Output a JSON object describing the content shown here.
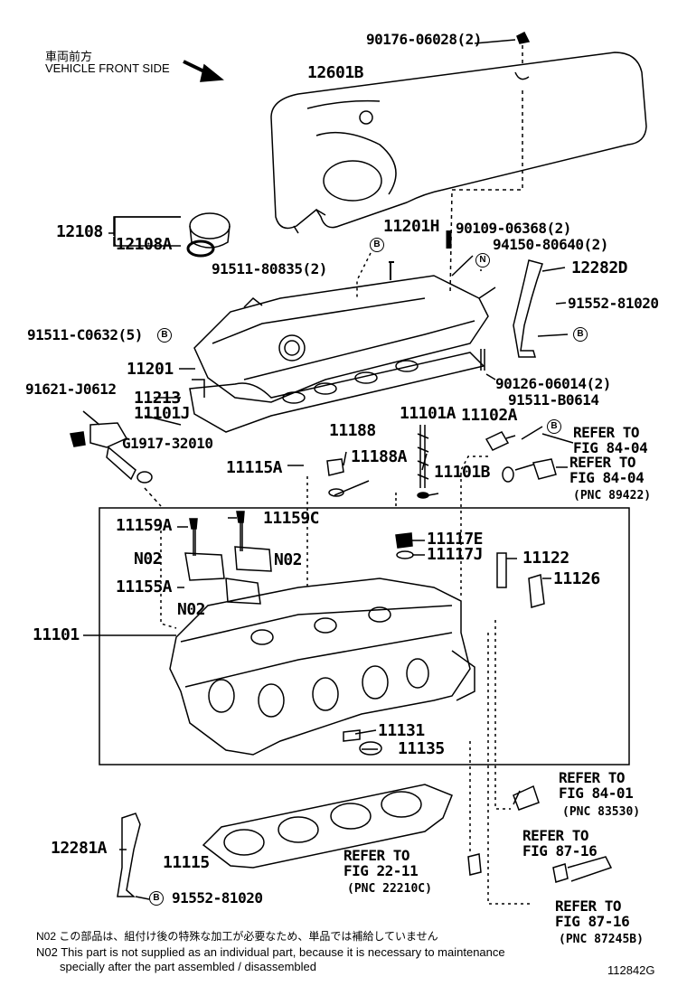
{
  "header": {
    "jp_front": "車両前方",
    "front_side": "VEHICLE FRONT SIDE"
  },
  "parts": {
    "p90176": "90176-06028(2)",
    "p12601B": "12601B",
    "p12108": "12108",
    "p12108A": "12108A",
    "p11201H": "11201H",
    "p90109": "90109-06368(2)",
    "p94150": "94150-80640(2)",
    "p91511_80835": "91511-80835(2)",
    "p12282D": "12282D",
    "p91552_top": "91552-81020",
    "p91511_C0632": "91511-C0632(5)",
    "p11201": "11201",
    "p90126": "90126-06014(2)",
    "p91621": "91621-J0612",
    "p11213": "11213",
    "p11101J": "11101J",
    "pG1917": "G1917-32010",
    "p91511_B0614": "91511-B0614",
    "p11101A": "11101A",
    "p11102A": "11102A",
    "p11188": "11188",
    "p11188A": "11188A",
    "p11115A": "11115A",
    "p11101B": "11101B",
    "p11159A": "11159A",
    "p11159C": "11159C",
    "p11117E": "11117E",
    "p11117J": "11117J",
    "pN02a": "N02",
    "pN02b": "N02",
    "pN02c": "N02",
    "p11122": "11122",
    "p11126": "11126",
    "p11155A": "11155A",
    "p11101": "11101",
    "p11131": "11131",
    "p11135": "11135",
    "p12281A": "12281A",
    "p11115": "11115",
    "p91552_bot": "91552-81020"
  },
  "refs": {
    "r1_refer": "REFER TO",
    "r1_fig": "FIG 84-04",
    "r2_refer": "REFER TO",
    "r2_fig": "FIG 84-04",
    "r2_pnc": "(PNC 89422)",
    "r3_refer": "REFER TO",
    "r3_fig": "FIG 84-01",
    "r3_pnc": "(PNC 83530)",
    "r4_refer": "REFER TO",
    "r4_fig": "FIG 22-11",
    "r4_pnc": "(PNC 22210C)",
    "r5_refer": "REFER TO",
    "r5_fig": "FIG 87-16",
    "r6_refer": "REFER TO",
    "r6_fig": "FIG 87-16",
    "r6_pnc": "(PNC 87245B)"
  },
  "circles": {
    "b": "B",
    "n": "N"
  },
  "notes": {
    "jp": "N02 この部品は、組付け後の特殊な加工が必要なため、単品では補給していません",
    "en1": "N02 This part is not supplied as an individual part, because it is necessary to maintenance",
    "en2": "specially after the part assembled / disassembled",
    "code": "112842G"
  }
}
